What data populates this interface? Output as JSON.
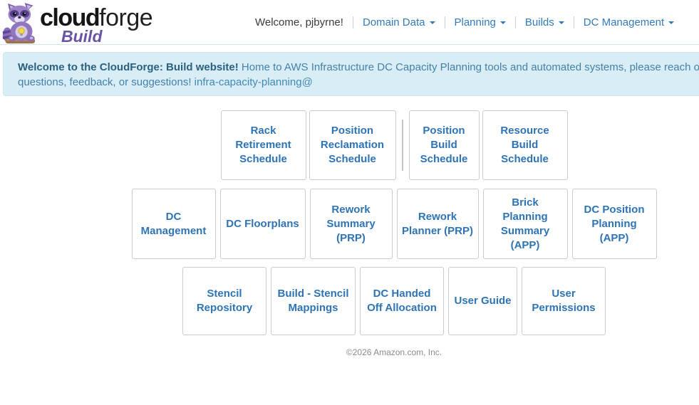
{
  "brand": {
    "bold": "cloud",
    "light": "forge",
    "sub": "Build",
    "mascot_icon": "raccoon-mascot-icon"
  },
  "nav": {
    "welcome": "Welcome, pjbyrne!",
    "items": [
      {
        "label": "Domain Data"
      },
      {
        "label": "Planning"
      },
      {
        "label": "Builds"
      },
      {
        "label": "DC Management"
      }
    ]
  },
  "banner": {
    "heading": "Welcome to the CloudForge: Build website!",
    "line1_rest": "Home to AWS Infrastructure DC Capacity Planning tools and automated systems, please reach out to us with",
    "line2": "questions, feedback, or suggestions! ",
    "link": "infra-capacity-planning@"
  },
  "tiles": {
    "rows": [
      [
        {
          "label": "Rack\nRetirement\nSchedule"
        },
        {
          "label": "Position\nReclamation\nSchedule"
        },
        {
          "label": "Position\nBuild\nSchedule"
        },
        {
          "label": "Resource\nBuild\nSchedule"
        }
      ],
      [
        {
          "label": "DC\nManagement"
        },
        {
          "label": "DC Floorplans"
        },
        {
          "label": "Rework\nSummary\n(PRP)"
        },
        {
          "label": "Rework\nPlanner (PRP)"
        },
        {
          "label": "Brick\nPlanning\nSummary\n(APP)"
        },
        {
          "label": "DC Position\nPlanning\n(APP)"
        }
      ],
      [
        {
          "label": "Stencil\nRepository"
        },
        {
          "label": "Build - Stencil\nMappings"
        },
        {
          "label": "DC Handed\nOff Allocation"
        },
        {
          "label": "User Guide"
        },
        {
          "label": "User\nPermissions"
        }
      ]
    ]
  },
  "footer": {
    "copyright": "©2026 Amazon.com, Inc."
  },
  "colors": {
    "accent": "#337ab7",
    "tile_text": "#2e74b5",
    "banner_bg": "#d9edf7",
    "banner_heading": "#29617f",
    "banner_text": "#4481a7",
    "brand_purple": "#6a55a4"
  }
}
